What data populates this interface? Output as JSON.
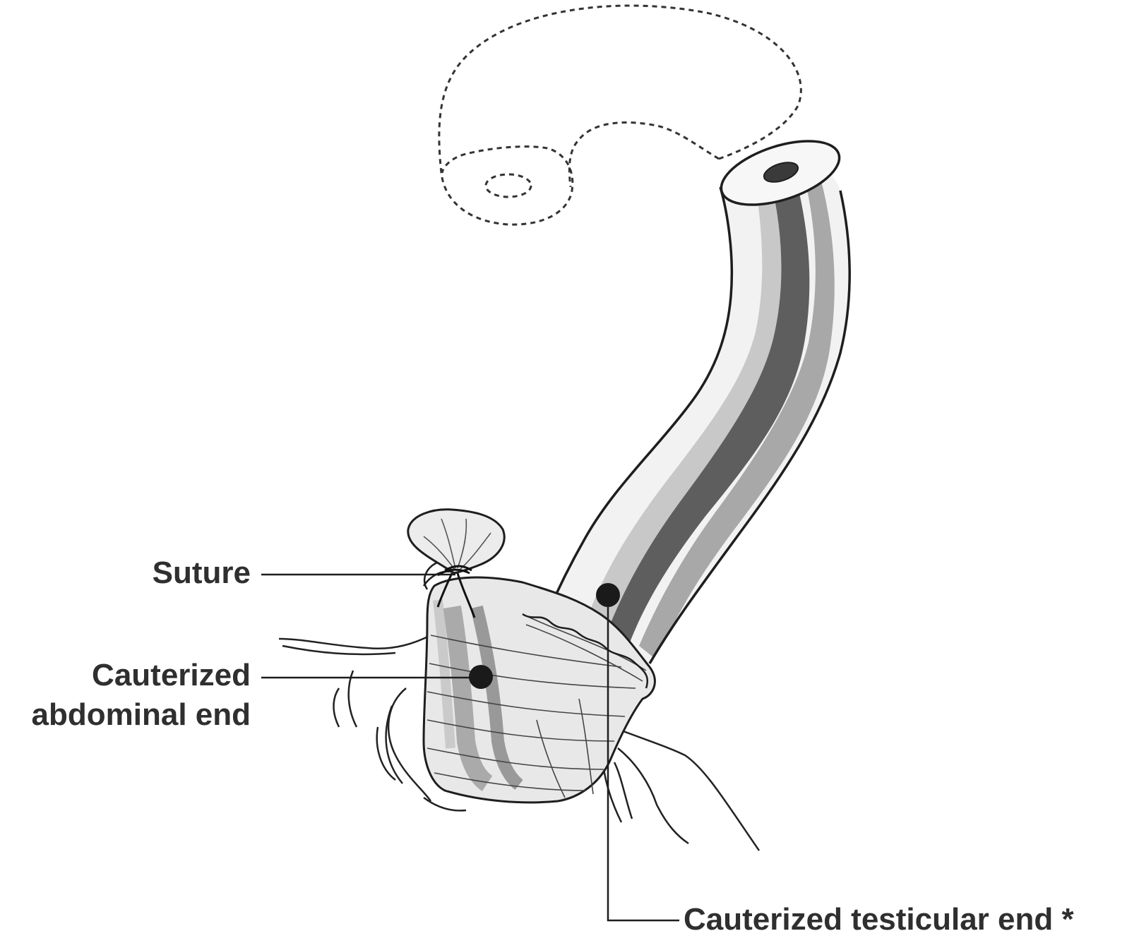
{
  "labels": {
    "suture": "Suture",
    "abdominal_line1": "Cauterized",
    "abdominal_line2": "abdominal end",
    "testicular": "Cauterized testicular end *"
  },
  "colors": {
    "outline": "#1e1e1e",
    "tube_light": "#f2f2f2",
    "tube_mid": "#a8a8a8",
    "tube_dark": "#5e5e5e",
    "tissue": "#e6e6e6",
    "text": "#2f2f2f"
  }
}
